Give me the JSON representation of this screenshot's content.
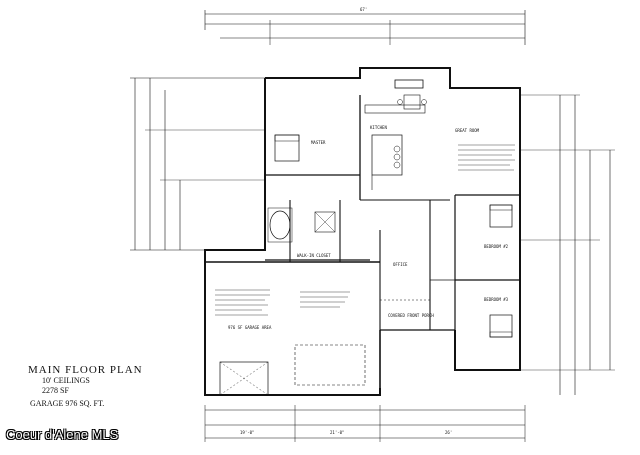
{
  "title": {
    "main": "MAIN FLOOR PLAN",
    "ceilings": "10' CEILINGS",
    "area": "2278 SF",
    "garage": "GARAGE  976 SQ. FT."
  },
  "watermark": "Coeur d'Alene MLS",
  "rooms": {
    "master": "MASTER",
    "kitchen": "KITCHEN",
    "great_room": "GREAT ROOM",
    "bedroom2": "BEDROOM #2",
    "bedroom3": "BEDROOM #3",
    "office": "OFFICE",
    "garage_area": "976 SF GARAGE AREA",
    "covered_porch": "COVERED FRONT PORCH",
    "walk_in": "WALK-IN CLOSET"
  },
  "dimensions": {
    "top_overall": "67'",
    "bottom_left": "19'-0\"",
    "bottom_mid": "21'-0\"",
    "bottom_right": "26'"
  }
}
